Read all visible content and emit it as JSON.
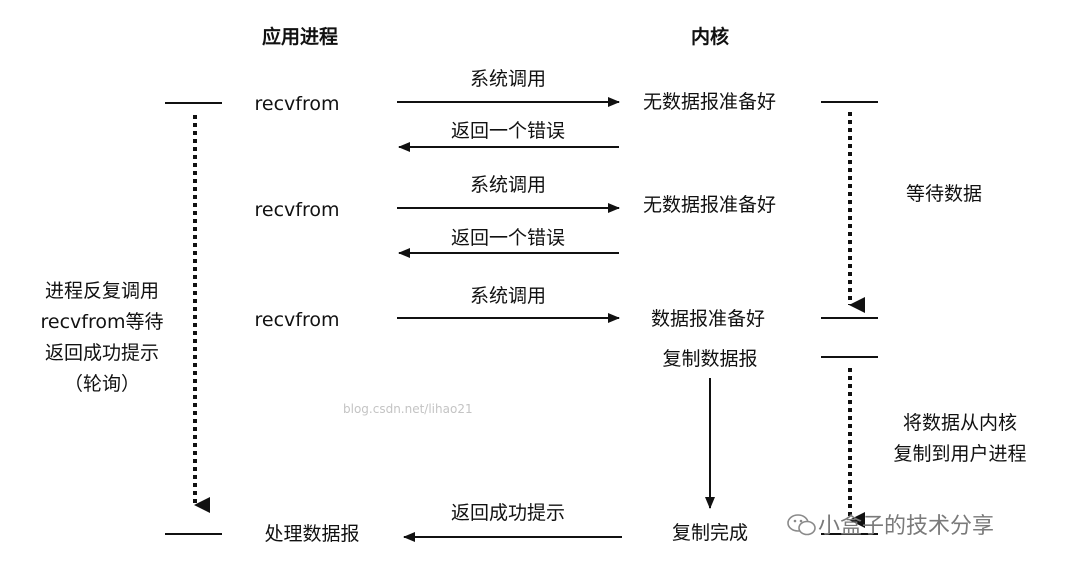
{
  "headers": {
    "app_process": "应用进程",
    "kernel": "内核"
  },
  "rounds": [
    {
      "call": "recvfrom",
      "request": "系统调用",
      "kernel_state": "无数据报准备好",
      "reply": "返回一个错误"
    },
    {
      "call": "recvfrom",
      "request": "系统调用",
      "kernel_state": "无数据报准备好",
      "reply": "返回一个错误"
    },
    {
      "call": "recvfrom",
      "request": "系统调用",
      "kernel_state": "数据报准备好"
    }
  ],
  "copy_datagram": "复制数据报",
  "copy_complete": "复制完成",
  "final_reply": "返回成功提示",
  "process_datagram": "处理数据报",
  "left_note": [
    "进程反复调用",
    "recvfrom等待",
    "返回成功提示",
    "（轮询）"
  ],
  "wait_data": "等待数据",
  "copy_note": [
    "将数据从内核",
    "复制到用户进程"
  ],
  "watermark": "blog.csdn.net/lihao21",
  "brand": "小盒子的技术分享",
  "colors": {
    "line": "#111111",
    "watermark": "#c4c4c4",
    "brand": "#7a7a7a"
  }
}
